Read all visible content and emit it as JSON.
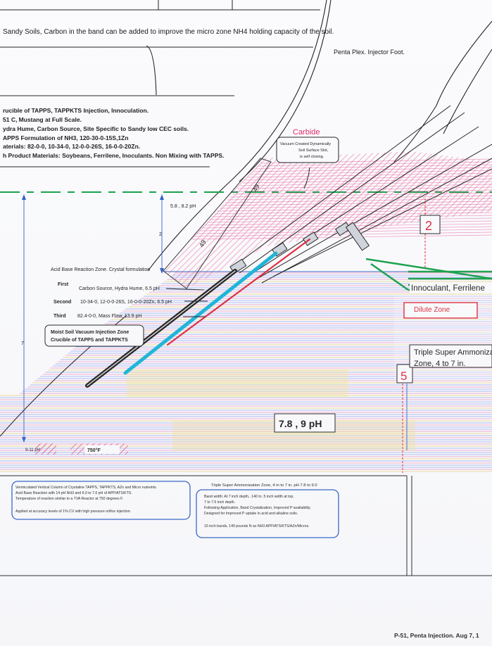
{
  "header_notes": {
    "sandy_soils": "Sandy Soils, Carbon in the band can be added  to improve the micro zone NH4 holding capacity of the soil.",
    "penta_plex": "Penta Plex. Injector Foot.",
    "crucible": "rucible of TAPPS, TAPPKTS Injection, Innoculation.",
    "mustang": "51 C, Mustang at Full Scale.",
    "hydra": "ydra Hume, Carbon Source, Site Specific to Sandy low CEC soils.",
    "formulation": "APPS Formulation of NH3, 120-30-0-15S,1Zn",
    "materials": "aterials: 82-0-0, 10-34-0, 12-0-0-26S, 16-0-0-20Zn.",
    "products": "h Product Materials:  Soybeans, Ferrilene, Inoculants. Non Mixing with TAPPS."
  },
  "labels": {
    "carbide": "Carbide",
    "vacuum_box": [
      "Vacuum Created Dynamically",
      "Soil Surface Slot,",
      "is self closing."
    ],
    "ph_top": "5.8 , 8.2 pH",
    "dim_two": "2",
    "dim_seven": "7",
    "angle_a": "49",
    "angle_b": "49",
    "acid_base": "Acid Base Reaction Zone. Crystal formulation",
    "first_label": "First",
    "first_text": "Carbon Source, Hydra Hume,  6.5 pH",
    "second_label": "Second",
    "second_text": "10-34-0, 12-0-0-26S, 16-0-0-20Zn,  6.5 pH",
    "third_label": "Third",
    "third_text": "82.4-0-0, Mass Flow, 13.9 pH",
    "moist_box": [
      "Moist Soil Vacuum Injection Zone",
      "Crucible of TAPPS and TAPPKTS"
    ],
    "box_two": "2",
    "box_five": "5",
    "innoculant": "Innoculant, Ferrilene",
    "dilute": "Dilute Zone",
    "triple_super": [
      "Triple Super Ammoniza",
      "Zone, 4 to 7 in."
    ],
    "ph_main": "7.8 , 9 pH",
    "ph_low": "9-11 pH",
    "temp": "750°F"
  },
  "bottom_left_box": {
    "lines": [
      "Vermiculated Vertical Column of Crystaline TAPPS, TAPPKTS,  AZn and Micro nutreints.",
      "Acid Base Reaction with 14 pH NH3 and 6.0 to 7.0 pH of APP/ATS/KTS.",
      "Temperature of reaction similar to a TVA Reactor at 750 degrees F.",
      "",
      "Applied at accuracy levels of 1% CV with high pressure orifice injection."
    ]
  },
  "bottom_right_box": {
    "title": "Triple Super Ammonization Zone, 4 in to 7 in. pH 7.8 to 9.0",
    "lines": [
      "Band width: At 7 inch depth, .140 to .5 inch width at top.",
      "7 to 7.5  inch depth.",
      "Following Application, Band Crystalization, Improved P availability.",
      "Designed for Improved P uptake in acid and alkaline soils.",
      "",
      "15 inch bands, 140 pounds N as NH3 APP/ATS/KTS/AZn/Micros."
    ]
  },
  "footer": "P-51, Penta Injection. Aug 7, 1",
  "colors": {
    "line_blue": "#6a86e8",
    "line_pink": "#e86aa6",
    "line_green": "#16a04a",
    "line_yellow": "#d8c24a",
    "tube_cyan": "#18b4d8",
    "tube_red": "#e0283a",
    "ink": "#222222",
    "border_blue": "#2f5fc4"
  }
}
